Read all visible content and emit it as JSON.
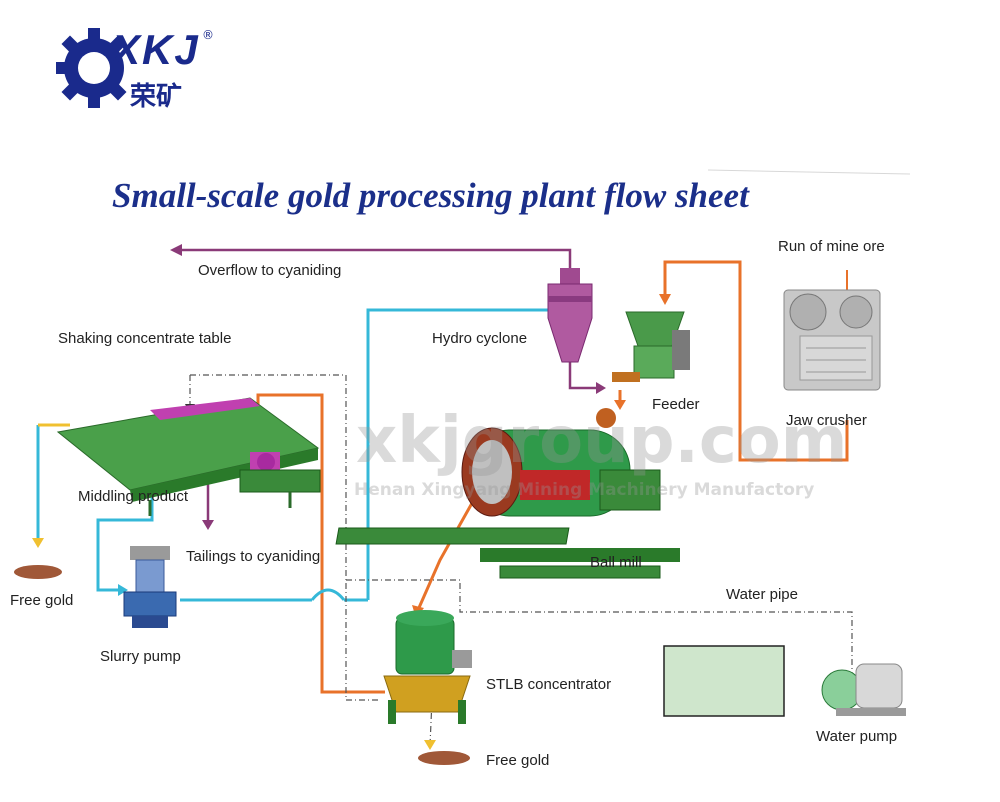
{
  "logo": {
    "latin": "XKJ",
    "chinese": "荣矿",
    "registered": "®"
  },
  "title": "Small-scale gold processing plant flow sheet",
  "watermark": {
    "domain": "xkjgroup.com",
    "company": "Henan Xingyang Mining Machinery Manufactory"
  },
  "labels": {
    "overflow": "Overflow to cyaniding",
    "run_of_mine": "Run of mine ore",
    "shaking_table": "Shaking concentrate table",
    "hydro_cyclone": "Hydro cyclone",
    "feeder": "Feeder",
    "jaw_crusher": "Jaw crusher",
    "middling": "Middling product",
    "tailings": "Tailings to cyaniding",
    "ball_mill": "Ball mill",
    "water_pipe": "Water  pipe",
    "free_gold_left": "Free gold",
    "slurry_pump": "Slurry  pump",
    "stlb": "STLB  concentrator",
    "water_pump": "Water  pump",
    "free_gold_bottom": "Free gold"
  },
  "colors": {
    "title": "#1b2f8a",
    "slurry_flow": "#e8722a",
    "water_flow": "#35b8d8",
    "overflow_flow": "#8a3a78",
    "gold_flow": "#f0c030",
    "equipment_green": "#3a8a3a"
  }
}
